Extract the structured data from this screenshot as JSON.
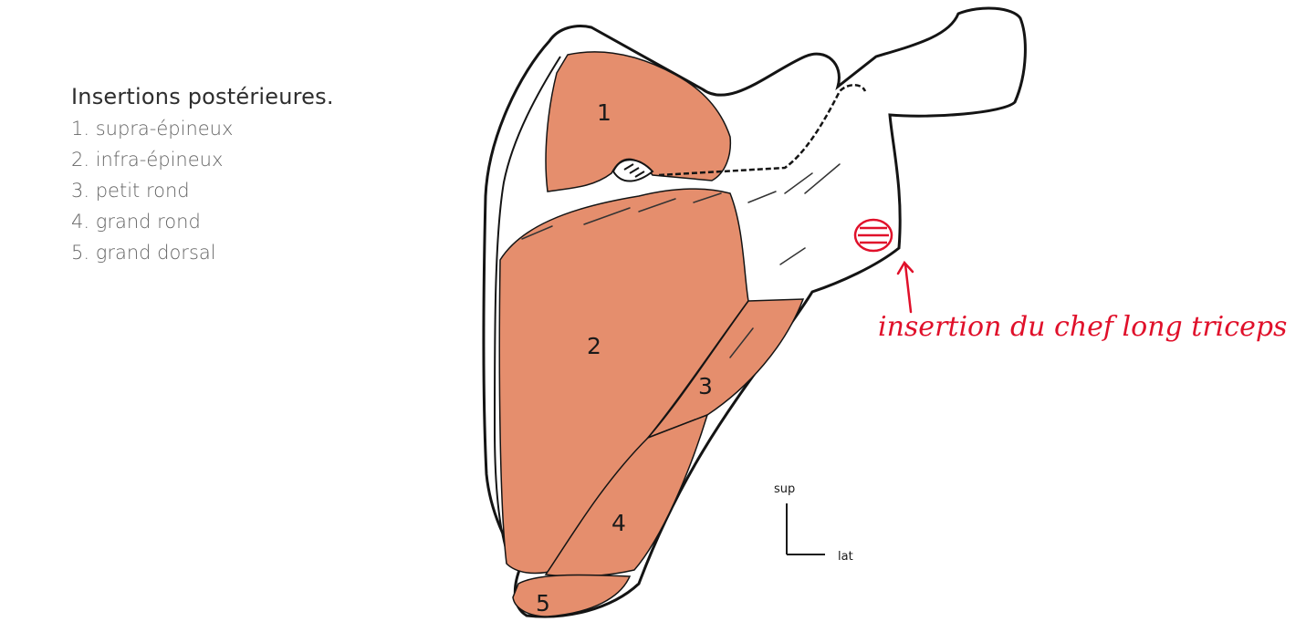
{
  "legend": {
    "title": "Insertions postérieures.",
    "items": [
      "1. supra-épineux",
      "2. infra-épineux",
      "3. petit rond",
      "4. grand rond",
      "5. grand dorsal"
    ]
  },
  "diagram": {
    "region_labels": {
      "r1": "1",
      "r2": "2",
      "r3": "3",
      "r4": "4",
      "r5": "5"
    },
    "orientation": {
      "up": "sup",
      "right": "lat"
    },
    "annotation": "insertion du chef long triceps"
  },
  "colors": {
    "muscle": "#E58E6D",
    "outline": "#141414",
    "annotation": "#E0102A",
    "legend_text": "#666666"
  }
}
